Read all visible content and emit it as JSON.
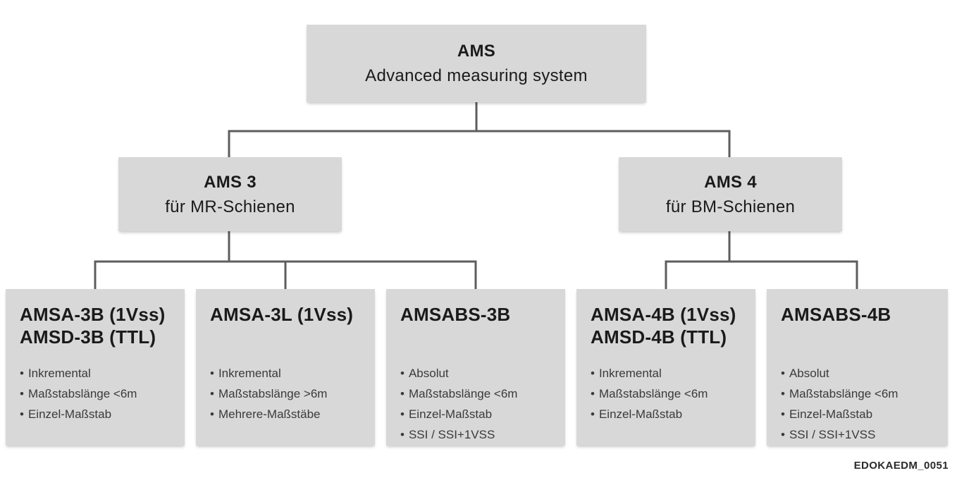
{
  "diagram": {
    "root": {
      "title": "AMS",
      "subtitle": "Advanced measuring system"
    },
    "branches": [
      {
        "title": "AMS 3",
        "subtitle": "für MR-Schienen"
      },
      {
        "title": "AMS 4",
        "subtitle": "für BM-Schienen"
      }
    ],
    "leaves": [
      {
        "title_lines": [
          "AMSA-3B (1Vss)",
          "AMSD-3B (TTL)"
        ],
        "bullets": [
          "Inkremental",
          "Maßstabslänge <6m",
          "Einzel-Maßstab"
        ]
      },
      {
        "title_lines": [
          "AMSA-3L (1Vss)"
        ],
        "bullets": [
          "Inkremental",
          "Maßstabslänge >6m",
          "Mehrere-Maßstäbe"
        ]
      },
      {
        "title_lines": [
          "AMSABS-3B"
        ],
        "bullets": [
          "Absolut",
          "Maßstabslänge <6m",
          "Einzel-Maßstab",
          "SSI / SSI+1VSS"
        ]
      },
      {
        "title_lines": [
          "AMSA-4B (1Vss)",
          "AMSD-4B (TTL)"
        ],
        "bullets": [
          "Inkremental",
          "Maßstabslänge <6m",
          "Einzel-Maßstab"
        ]
      },
      {
        "title_lines": [
          "AMSABS-4B"
        ],
        "bullets": [
          "Absolut",
          "Maßstabslänge <6m",
          "Einzel-Maßstab",
          "SSI / SSI+1VSS"
        ]
      }
    ],
    "footer_code": "EDOKAEDM_0051"
  },
  "colors": {
    "box_fill": "#d8d8d8",
    "line": "#5d5d5d",
    "title_text": "#1a1a1a",
    "bullet_text": "#3a3a3a"
  }
}
